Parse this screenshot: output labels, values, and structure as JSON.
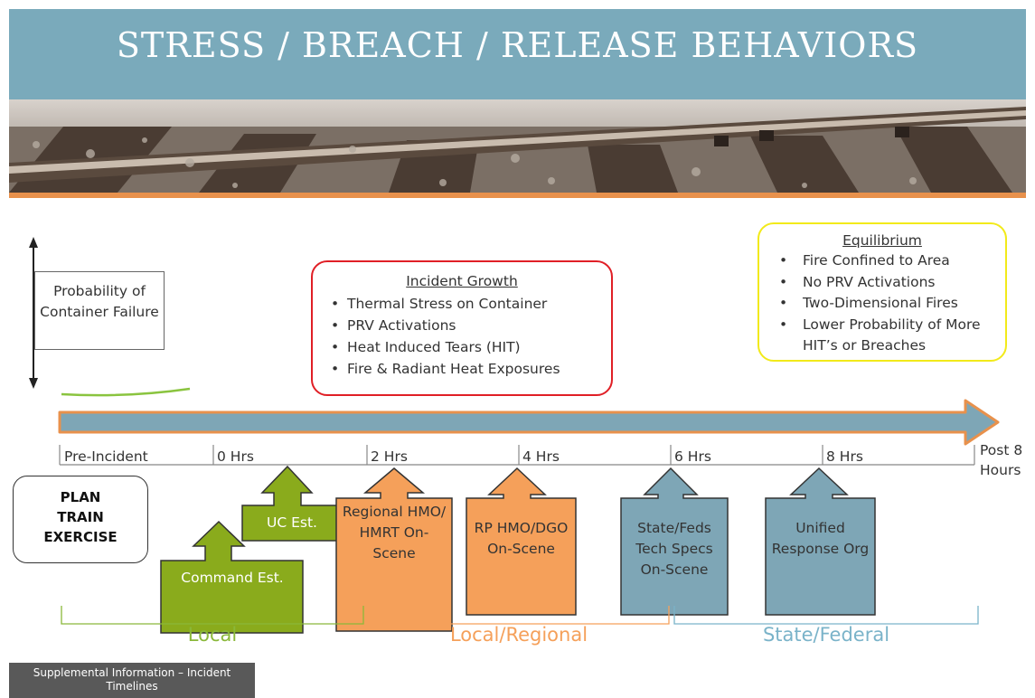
{
  "title": "STRESS / BREACH / RELEASE BEHAVIORS",
  "probability_box": "Probability of Container Failure",
  "incident_growth": {
    "heading": "Incident Growth",
    "items": [
      "Thermal Stress on Container",
      "PRV Activations",
      "Heat Induced Tears (HIT)",
      "Fire & Radiant Heat Exposures"
    ]
  },
  "equilibrium": {
    "heading": "Equilibrium",
    "items": [
      "Fire Confined to Area",
      "No PRV Activations",
      "Two-Dimensional Fires",
      "Lower Probability of More HIT’s or Breaches"
    ]
  },
  "timeline": {
    "ticks": [
      "Pre-Incident",
      "0 Hrs",
      "2 Hrs",
      "4 Hrs",
      "6 Hrs",
      "8 Hrs"
    ],
    "end_label": "Post 8 Hours"
  },
  "plan_box": [
    "PLAN",
    "TRAIN",
    "EXERCISE"
  ],
  "milestones": {
    "command": "Command Est.",
    "uc": "UC Est.",
    "regional": "Regional HMO/ HMRT On-Scene",
    "rp": "RP HMO/DGO On-Scene",
    "state": "State/Feds Tech Specs On-Scene",
    "unified": "Unified Response Org"
  },
  "phases": {
    "local": "Local",
    "regional": "Local/Regional",
    "state": "State/Federal"
  },
  "footer": "Supplemental Information – Incident Timelines",
  "colors": {
    "banner": "#7aaabb",
    "accent_orange": "#e8914c",
    "green": "#8aab1c",
    "orange": "#f5a05a",
    "blue": "#7ea6b6",
    "growth_border": "#e01f26",
    "equilibrium_border": "#f2ea1a"
  }
}
